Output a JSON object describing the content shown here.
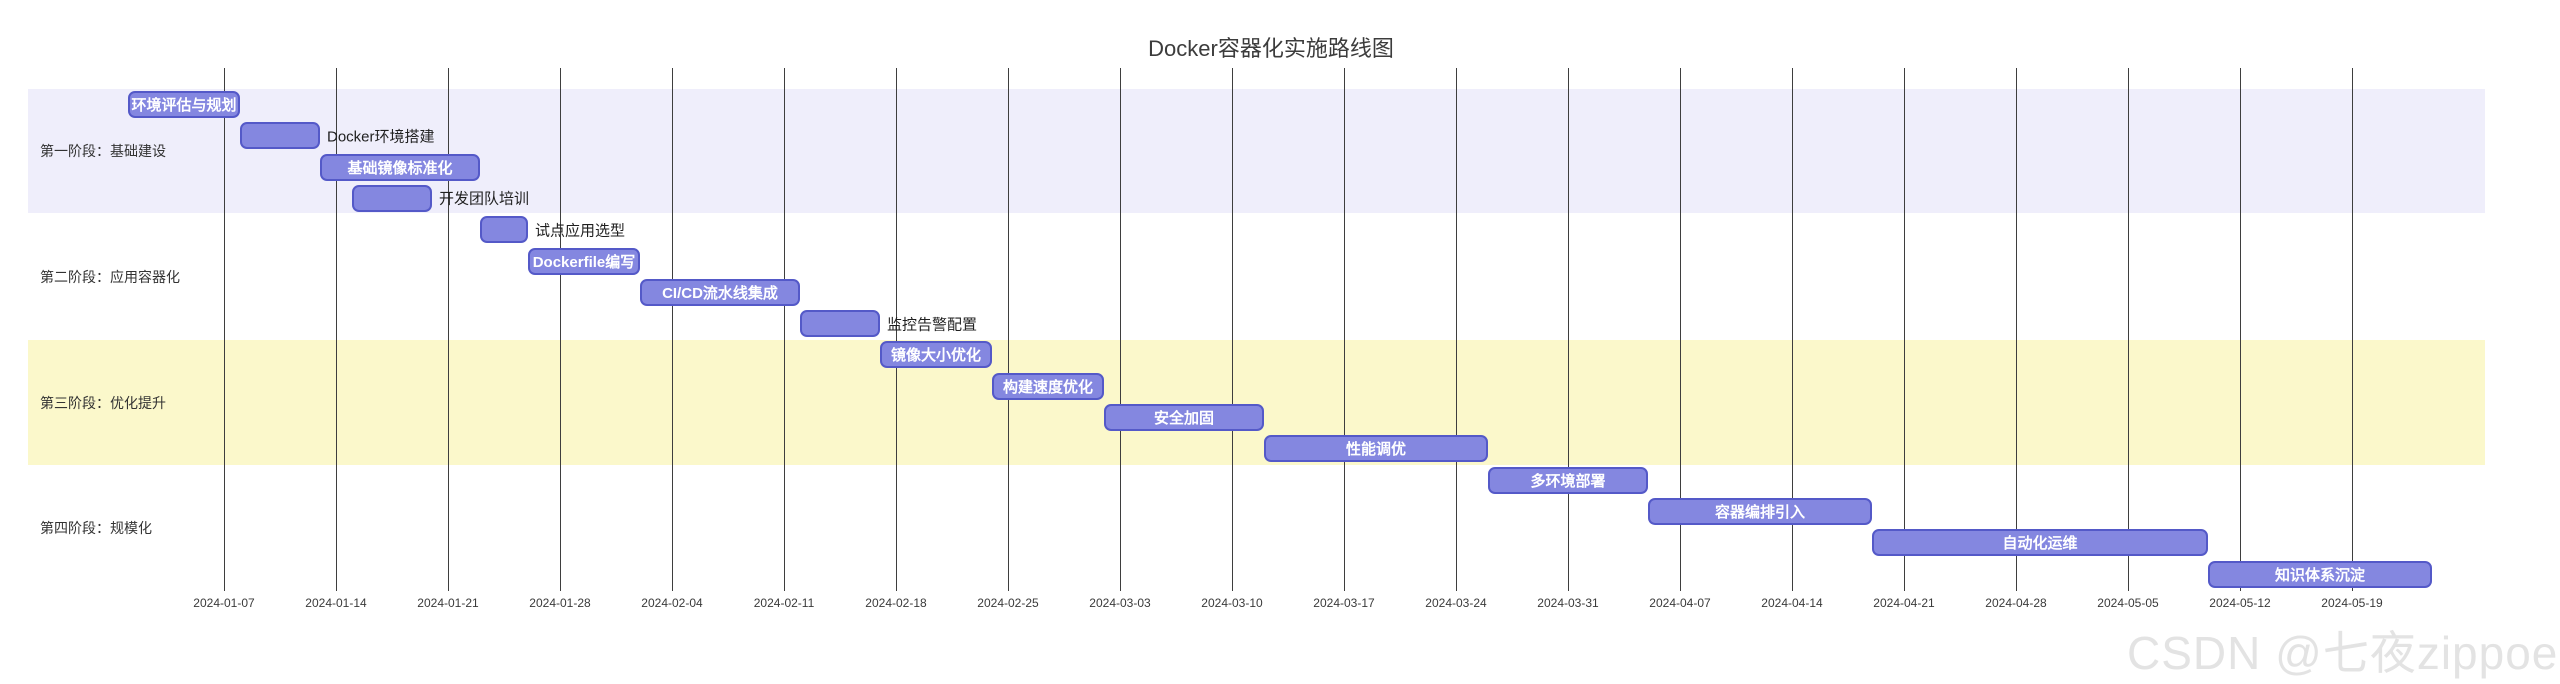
{
  "watermark": {
    "text": "CSDN @七夜zippoe"
  },
  "colors": {
    "bar_fill": "#8487e0",
    "bar_border": "#5459c8",
    "band_phase1": "#efeefb",
    "band_phase2": "transparent",
    "band_phase3": "#fbf8cb",
    "band_phase4": "transparent",
    "gridline": "#3e3e3e",
    "inside_label_text": "#ffffff",
    "outside_label_text": "#1f1f1f",
    "watermark_text": "#e3e3e3"
  },
  "chart_data": {
    "type": "bar",
    "subtype": "gantt",
    "title": "Docker容器化实施路线图",
    "grid": "vertical-weekly",
    "legend": "none",
    "x_axis": {
      "start_date": "2024-01-01",
      "end_date": "2024-05-26",
      "tick_interval_days": 7,
      "tick_labels": [
        "2024-01-07",
        "2024-01-14",
        "2024-01-21",
        "2024-01-28",
        "2024-02-04",
        "2024-02-11",
        "2024-02-18",
        "2024-02-25",
        "2024-03-03",
        "2024-03-10",
        "2024-03-17",
        "2024-03-24",
        "2024-03-31",
        "2024-04-07",
        "2024-04-14",
        "2024-04-21",
        "2024-04-28",
        "2024-05-05",
        "2024-05-12",
        "2024-05-19"
      ]
    },
    "phases": [
      {
        "label": "第一阶段：基础建设",
        "band_color": "#efeefb",
        "tasks": [
          {
            "label": "环境评估与规划",
            "start": "2024-01-01",
            "end": "2024-01-08",
            "label_position": "inside"
          },
          {
            "label": "Docker环境搭建",
            "start": "2024-01-08",
            "end": "2024-01-13",
            "label_position": "outside"
          },
          {
            "label": "基础镜像标准化",
            "start": "2024-01-13",
            "end": "2024-01-23",
            "label_position": "inside"
          },
          {
            "label": "开发团队培训",
            "start": "2024-01-15",
            "end": "2024-01-20",
            "label_position": "outside"
          }
        ]
      },
      {
        "label": "第二阶段：应用容器化",
        "band_color": "transparent",
        "tasks": [
          {
            "label": "试点应用选型",
            "start": "2024-01-23",
            "end": "2024-01-26",
            "label_position": "outside"
          },
          {
            "label": "Dockerfile编写",
            "start": "2024-01-26",
            "end": "2024-02-02",
            "label_position": "inside"
          },
          {
            "label": "CI/CD流水线集成",
            "start": "2024-02-02",
            "end": "2024-02-12",
            "label_position": "inside"
          },
          {
            "label": "监控告警配置",
            "start": "2024-02-12",
            "end": "2024-02-17",
            "label_position": "outside"
          }
        ]
      },
      {
        "label": "第三阶段：优化提升",
        "band_color": "#fbf8cb",
        "tasks": [
          {
            "label": "镜像大小优化",
            "start": "2024-02-17",
            "end": "2024-02-24",
            "label_position": "inside"
          },
          {
            "label": "构建速度优化",
            "start": "2024-02-24",
            "end": "2024-03-02",
            "label_position": "inside"
          },
          {
            "label": "安全加固",
            "start": "2024-03-02",
            "end": "2024-03-12",
            "label_position": "inside"
          },
          {
            "label": "性能调优",
            "start": "2024-03-12",
            "end": "2024-03-26",
            "label_position": "inside"
          }
        ]
      },
      {
        "label": "第四阶段：规模化",
        "band_color": "transparent",
        "tasks": [
          {
            "label": "多环境部署",
            "start": "2024-03-26",
            "end": "2024-04-05",
            "label_position": "inside"
          },
          {
            "label": "容器编排引入",
            "start": "2024-04-05",
            "end": "2024-04-19",
            "label_position": "inside"
          },
          {
            "label": "自动化运维",
            "start": "2024-04-19",
            "end": "2024-05-10",
            "label_position": "inside"
          },
          {
            "label": "知识体系沉淀",
            "start": "2024-05-10",
            "end": "2024-05-24",
            "label_position": "inside"
          }
        ]
      }
    ]
  }
}
